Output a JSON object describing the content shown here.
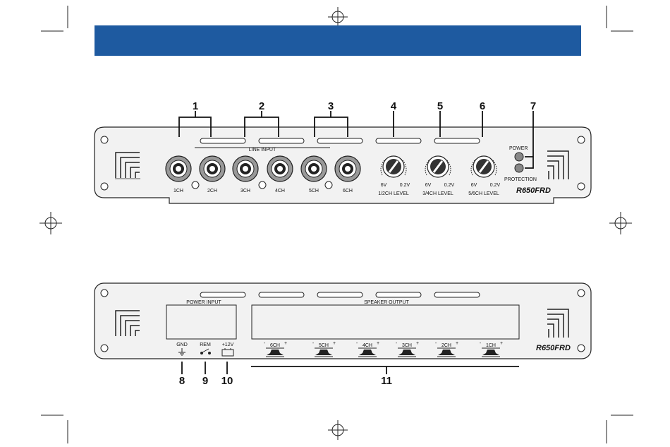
{
  "colors": {
    "header": "#1E5AA0",
    "panel": "#F2F2F2",
    "stroke": "#222222"
  },
  "front_panel": {
    "line_input_label": "LINE INPUT",
    "channels": [
      "1CH",
      "2CH",
      "3CH",
      "4CH",
      "5CH",
      "6CH"
    ],
    "knobs": [
      {
        "min": "6V",
        "max": "0.2V",
        "label": "1/2CH LEVEL"
      },
      {
        "min": "6V",
        "max": "0.2V",
        "label": "3/4CH LEVEL"
      },
      {
        "min": "6V",
        "max": "0.2V",
        "label": "5/6CH LEVEL"
      }
    ],
    "leds": [
      "POWER",
      "PROTECTION"
    ],
    "model": "R650FRD",
    "callouts": [
      "1",
      "2",
      "3",
      "4",
      "5",
      "6",
      "7"
    ]
  },
  "rear_panel": {
    "power_input_label": "POWER INPUT",
    "speaker_output_label": "SPEAKER OUTPUT",
    "terminals": [
      "GND",
      "REM",
      "+12V"
    ],
    "outputs": [
      "6CH",
      "5CH",
      "4CH",
      "3CH",
      "2CH",
      "1CH"
    ],
    "plus": "+",
    "minus": "-",
    "model": "R650FRD",
    "callouts": [
      "8",
      "9",
      "10",
      "11"
    ]
  }
}
